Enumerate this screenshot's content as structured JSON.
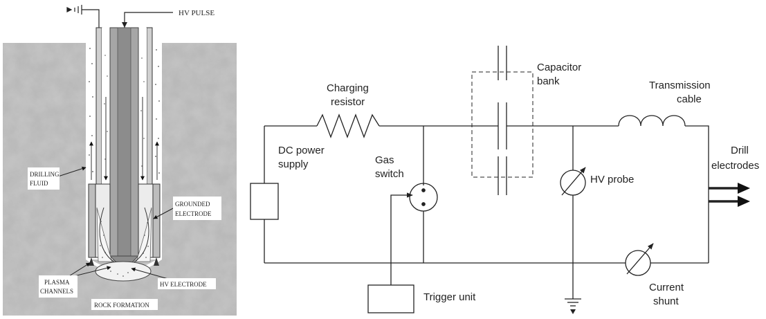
{
  "left_panel": {
    "labels": {
      "hv_pulse": "HV PULSE",
      "drilling_fluid_1": "DRILLING",
      "drilling_fluid_2": "FLUID",
      "grounded_electrode_1": "GROUNDED",
      "grounded_electrode_2": "ELECTRODE",
      "plasma_channels_1": "PLASMA",
      "plasma_channels_2": "CHANNELS",
      "hv_electrode": "HV ELECTRODE",
      "rock_formation": "ROCK FORMATION"
    }
  },
  "circuit": {
    "labels": {
      "charging_resistor_1": "Charging",
      "charging_resistor_2": "resistor",
      "capacitor_bank_1": "Capacitor",
      "capacitor_bank_2": "bank",
      "transmission_cable_1": "Transmission",
      "transmission_cable_2": "cable",
      "dc_power_1": "DC power",
      "dc_power_2": "supply",
      "gas_switch_1": "Gas",
      "gas_switch_2": "switch",
      "hv_probe": "HV probe",
      "drill_electrodes_1": "Drill",
      "drill_electrodes_2": "electrodes",
      "trigger_unit": "Trigger unit",
      "current_shunt_1": "Current",
      "current_shunt_2": "shunt"
    }
  }
}
